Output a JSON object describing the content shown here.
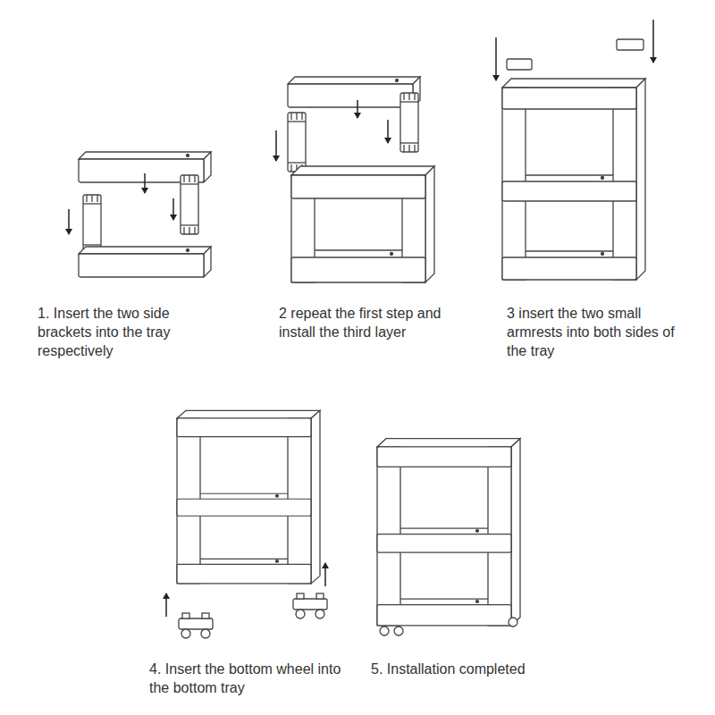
{
  "diagram": {
    "labels": [
      "1. Insert the two side brackets into the tray respectively",
      "2 repeat the first step and install the third layer",
      "3 insert the two small armrests into both sides of the tray",
      "4. Insert the bottom wheel into the bottom tray",
      "5. Installation completed"
    ]
  }
}
